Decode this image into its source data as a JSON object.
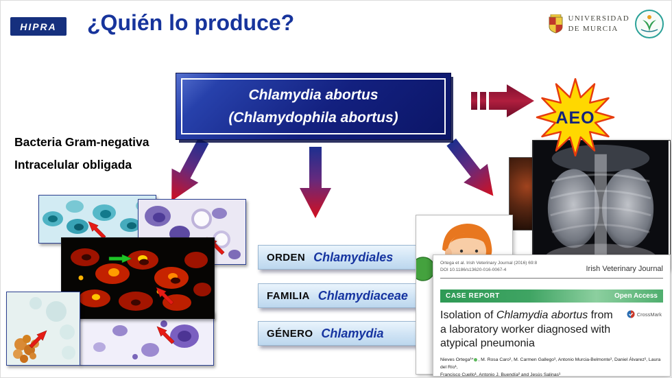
{
  "header": {
    "brand": "HIPRA",
    "title": "¿Quién lo produce?",
    "university": {
      "line1": "UNIVERSIDAD",
      "line2": "DE MURCIA"
    }
  },
  "main_box": {
    "line1": "Chlamydia abortus",
    "line2": "(Chlamydophila abortus)"
  },
  "burst": {
    "label": "AEO"
  },
  "left_notes": {
    "line1": "Bacteria Gram-negativa",
    "line2": "Intracelular obligada"
  },
  "taxonomy": {
    "rows": [
      {
        "label": "ORDEN",
        "value": "Chlamydiales"
      },
      {
        "label": "FAMILIA",
        "value": "Chlamydiaceae"
      },
      {
        "label": "GÉNERO",
        "value": "Chlamydia"
      }
    ]
  },
  "paper": {
    "citation_line1": "Ortega et al. Irish Veterinary Journal (2016) 69:8",
    "citation_line2": "DOI 10.1186/s13620-016-0067-4",
    "journal_name": "Irish Veterinary Journal",
    "banner_left": "CASE REPORT",
    "banner_right": "Open Access",
    "crossmark_label": "CrossMark",
    "title_pre": "Isolation of ",
    "title_italic": "Chlamydia abortus",
    "title_post": " from a laboratory worker diagnosed with atypical pneumonia",
    "authors_part1": "Nieves Ortega¹*",
    "authors_part2": ", M. Rosa Caro¹, M. Carmen Gallego¹, Antonio Murcia-Belmonte¹, Daniel Álvarez¹, Laura del Río¹,",
    "authors_line2": "Francisco Cuello¹, Antonio J. Buendía² and Jesús Salinas¹"
  },
  "icons": {
    "umu_crest": "university-crest-icon",
    "umu_emblem": "round-emblem-icon",
    "crossmark": "crossmark-icon",
    "orcid": "green-dot-icon",
    "arrows": [
      "arrow-right-icon",
      "arrow-down-left-icon",
      "arrow-down-icon",
      "arrow-down-right-icon",
      "red-pointer-icon",
      "green-pointer-icon"
    ]
  },
  "colors": {
    "brand_blue": "#16307e",
    "title_blue": "#17349c",
    "box_navy": "#101c74",
    "arrow_red": "#cf1020",
    "arrow_maroon": "#8e1638",
    "burst_yellow": "#ffd800",
    "burst_outline": "#e63c0e",
    "banner_green": "#2f9e58",
    "taxonomy_box_blue": "#d9eaf7"
  }
}
